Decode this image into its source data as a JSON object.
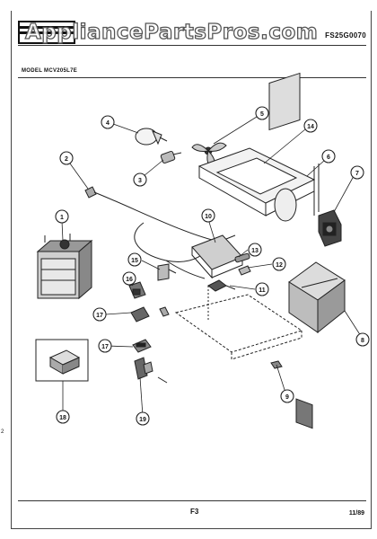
{
  "header": {
    "watermark": "AppliancePartsPros.com",
    "product_code": "FS25G0070",
    "model_label": "MODEL MCV205L7E"
  },
  "callouts": [
    "1",
    "2",
    "3",
    "4",
    "5",
    "6",
    "7",
    "8",
    "9",
    "10",
    "11",
    "12",
    "13",
    "14",
    "15",
    "16",
    "17",
    "17",
    "18",
    "19"
  ],
  "footer": {
    "page_code": "F3",
    "date": "11/89"
  },
  "edge_mark": "2",
  "colors": {
    "line": "#222222",
    "bubble_fill": "#ffffff",
    "watermark_stroke": "#555555"
  }
}
